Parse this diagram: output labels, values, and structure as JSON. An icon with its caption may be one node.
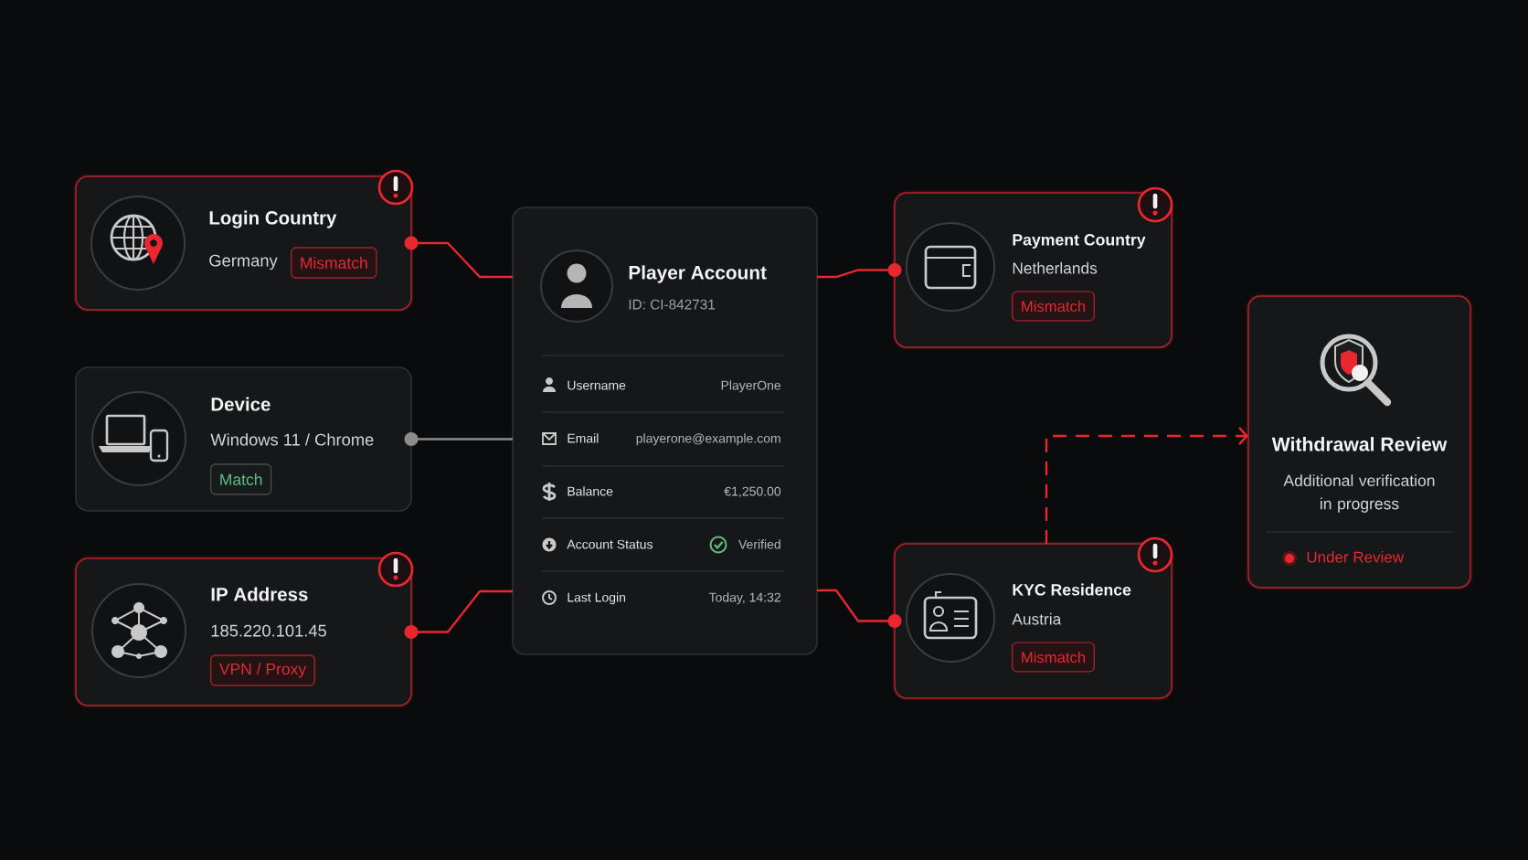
{
  "diagram": {
    "nodes": [
      {
        "text": [
          "Login Country",
          "Germany"
        ]
      },
      {
        "text": [
          "Mismatch"
        ],
        "in": 0
      },
      {
        "text": [
          "Device",
          "Windows 11 / Chrome"
        ]
      },
      {
        "text": [
          "Match"
        ],
        "in": 2
      },
      {
        "text": [
          "IP Address",
          "185.220.101.45"
        ]
      },
      {
        "text": [
          "VPN / Proxy"
        ],
        "in": 4
      },
      {
        "text": [
          "Player Account",
          "ID: CI-842731",
          "Username",
          "PlayerOne",
          "Email",
          "playerone@example.com",
          "Balance",
          "€1,250.00",
          "Account Status",
          "Verified",
          "Last Login",
          "Today, 14:32"
        ]
      },
      {
        "text": [
          "Payment Country",
          "Netherlands"
        ]
      },
      {
        "text": [
          "Mismatch"
        ],
        "in": 7
      },
      {
        "text": [
          "KYC Residence",
          "Austria"
        ]
      },
      {
        "text": [
          "Mismatch"
        ],
        "in": 9
      },
      {
        "text": [
          "Withdrawal Review",
          "Additional verification in progress",
          "Under Review"
        ]
      }
    ],
    "edges": [
      {
        "from": 0,
        "to": 6,
        "arrow": "other"
      },
      {
        "from": 2,
        "to": 6,
        "arrow": "other",
        "color": "#8c8c8c"
      },
      {
        "from": 4,
        "to": 6,
        "arrow": "other"
      },
      {
        "from": 7,
        "to": 6,
        "arrow": "other"
      },
      {
        "from": 9,
        "to": 6,
        "arrow": "other"
      },
      {
        "from": 9,
        "to": 11,
        "arrow": "to",
        "style": "dashed"
      }
    ]
  }
}
